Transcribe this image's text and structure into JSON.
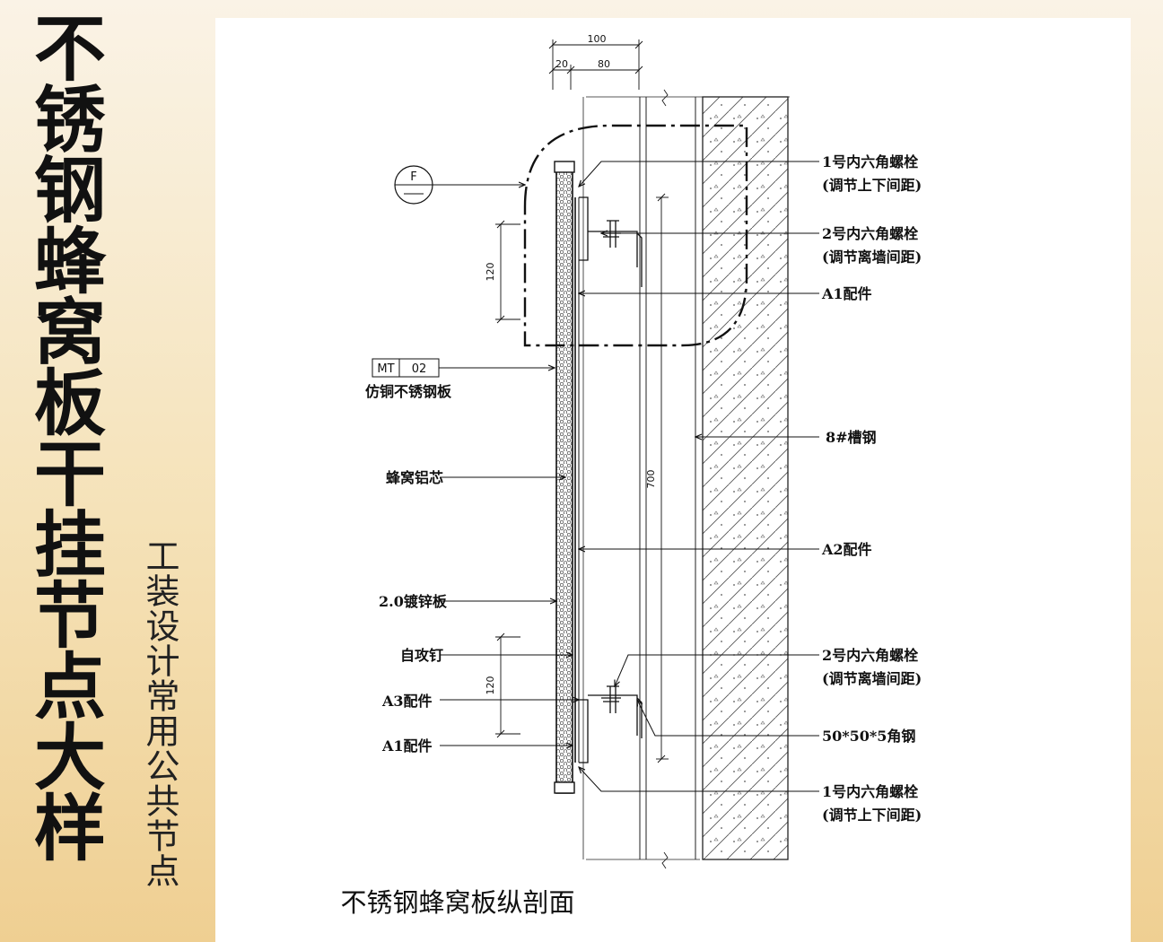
{
  "title": "不锈钢蜂窝板干挂节点大样",
  "subtitle": "工装设计常用公共节点",
  "caption": "不锈钢蜂窝板纵剖面",
  "dimensions": {
    "top_total": "100",
    "top_a": "20",
    "top_b": "80",
    "upper_spacing": "120",
    "lower_spacing": "120",
    "height": "700"
  },
  "symbols": {
    "detail_marker": "F",
    "material_tag_a": "MT",
    "material_tag_b": "02"
  },
  "labels_left": [
    "仿铜不锈钢板",
    "蜂窝铝芯",
    "2.0镀锌板",
    "自攻钉",
    "A3配件",
    "A1配件"
  ],
  "labels_right": {
    "bolt1_top": "1号内六角螺栓",
    "bolt1_top_note": "(调节上下间距)",
    "bolt2_top": "2号内六角螺栓",
    "bolt2_top_note": "(调节离墙间距)",
    "a1": "A1配件",
    "channel": "8#槽钢",
    "a2": "A2配件",
    "bolt2_bottom": "2号内六角螺栓",
    "bolt2_bottom_note": "(调节离墙间距)",
    "angle": "50*50*5角钢",
    "bolt1_bottom": "1号内六角螺栓",
    "bolt1_bottom_note": "(调节上下间距)"
  }
}
